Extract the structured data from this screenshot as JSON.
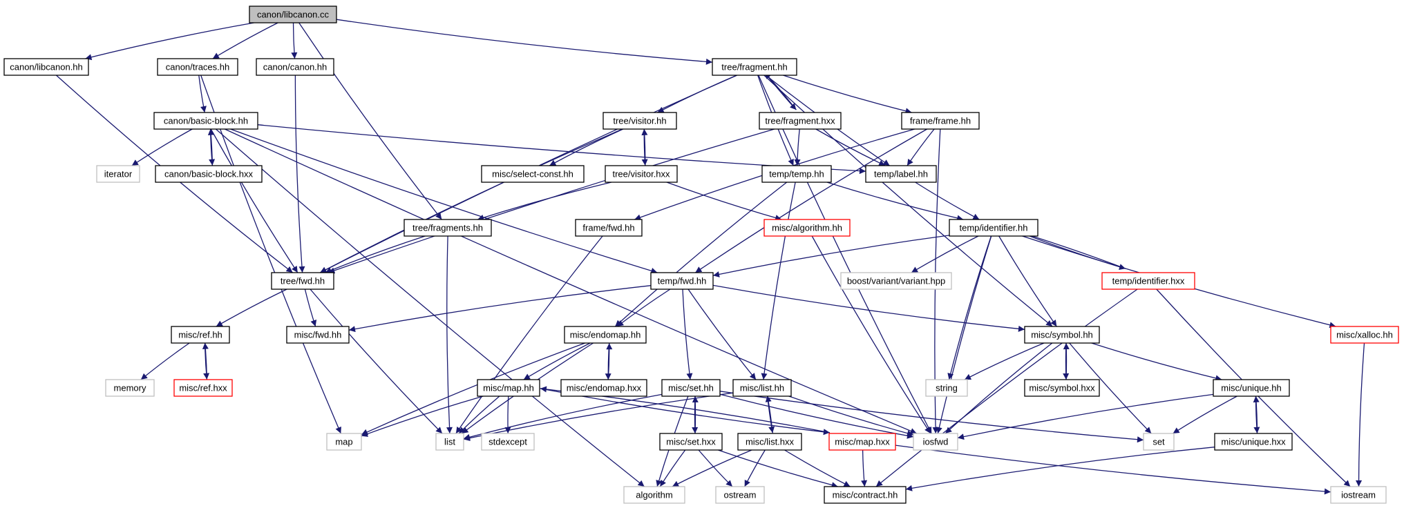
{
  "graph": {
    "nodes": [
      {
        "id": "libcanon_cc",
        "label": "canon/libcanon.cc",
        "kind": "root"
      },
      {
        "id": "libcanon_hh",
        "label": "canon/libcanon.hh",
        "kind": "normal"
      },
      {
        "id": "traces_hh",
        "label": "canon/traces.hh",
        "kind": "normal"
      },
      {
        "id": "canon_hh",
        "label": "canon/canon.hh",
        "kind": "normal"
      },
      {
        "id": "fragment_hh",
        "label": "tree/fragment.hh",
        "kind": "normal"
      },
      {
        "id": "basic_block_hh",
        "label": "canon/basic-block.hh",
        "kind": "normal"
      },
      {
        "id": "iterator",
        "label": "iterator",
        "kind": "external"
      },
      {
        "id": "basic_block_hxx",
        "label": "canon/basic-block.hxx",
        "kind": "normal"
      },
      {
        "id": "visitor_hh",
        "label": "tree/visitor.hh",
        "kind": "normal"
      },
      {
        "id": "fragment_hxx",
        "label": "tree/fragment.hxx",
        "kind": "normal"
      },
      {
        "id": "frame_hh",
        "label": "frame/frame.hh",
        "kind": "normal"
      },
      {
        "id": "select_const",
        "label": "misc/select-const.hh",
        "kind": "normal"
      },
      {
        "id": "visitor_hxx",
        "label": "tree/visitor.hxx",
        "kind": "normal"
      },
      {
        "id": "temp_hh",
        "label": "temp/temp.hh",
        "kind": "normal"
      },
      {
        "id": "label_hh",
        "label": "temp/label.hh",
        "kind": "normal"
      },
      {
        "id": "fragments_hh",
        "label": "tree/fragments.hh",
        "kind": "normal"
      },
      {
        "id": "frame_fwd",
        "label": "frame/fwd.hh",
        "kind": "normal"
      },
      {
        "id": "algorithm_hh",
        "label": "misc/algorithm.hh",
        "kind": "missing"
      },
      {
        "id": "identifier_hh",
        "label": "temp/identifier.hh",
        "kind": "normal"
      },
      {
        "id": "tree_fwd",
        "label": "tree/fwd.hh",
        "kind": "normal"
      },
      {
        "id": "temp_fwd",
        "label": "temp/fwd.hh",
        "kind": "normal"
      },
      {
        "id": "boost_variant",
        "label": "boost/variant/variant.hpp",
        "kind": "external"
      },
      {
        "id": "identifier_hxx",
        "label": "temp/identifier.hxx",
        "kind": "missing"
      },
      {
        "id": "ref_hh",
        "label": "misc/ref.hh",
        "kind": "normal"
      },
      {
        "id": "misc_fwd",
        "label": "misc/fwd.hh",
        "kind": "normal"
      },
      {
        "id": "endomap_hh",
        "label": "misc/endomap.hh",
        "kind": "normal"
      },
      {
        "id": "symbol_hh",
        "label": "misc/symbol.hh",
        "kind": "normal"
      },
      {
        "id": "xalloc_hh",
        "label": "misc/xalloc.hh",
        "kind": "missing"
      },
      {
        "id": "memory",
        "label": "memory",
        "kind": "external"
      },
      {
        "id": "ref_hxx",
        "label": "misc/ref.hxx",
        "kind": "missing"
      },
      {
        "id": "map_hh",
        "label": "misc/map.hh",
        "kind": "normal"
      },
      {
        "id": "endomap_hxx",
        "label": "misc/endomap.hxx",
        "kind": "normal"
      },
      {
        "id": "set_hh",
        "label": "misc/set.hh",
        "kind": "normal"
      },
      {
        "id": "list_hh",
        "label": "misc/list.hh",
        "kind": "normal"
      },
      {
        "id": "string",
        "label": "string",
        "kind": "external"
      },
      {
        "id": "symbol_hxx",
        "label": "misc/symbol.hxx",
        "kind": "normal"
      },
      {
        "id": "unique_hh",
        "label": "misc/unique.hh",
        "kind": "normal"
      },
      {
        "id": "map",
        "label": "map",
        "kind": "external"
      },
      {
        "id": "list",
        "label": "list",
        "kind": "external"
      },
      {
        "id": "stdexcept",
        "label": "stdexcept",
        "kind": "external"
      },
      {
        "id": "set_hxx",
        "label": "misc/set.hxx",
        "kind": "normal"
      },
      {
        "id": "list_hxx",
        "label": "misc/list.hxx",
        "kind": "normal"
      },
      {
        "id": "map_hxx",
        "label": "misc/map.hxx",
        "kind": "missing"
      },
      {
        "id": "iosfwd",
        "label": "iosfwd",
        "kind": "external"
      },
      {
        "id": "set",
        "label": "set",
        "kind": "external"
      },
      {
        "id": "unique_hxx",
        "label": "misc/unique.hxx",
        "kind": "normal"
      },
      {
        "id": "algorithm",
        "label": "algorithm",
        "kind": "external"
      },
      {
        "id": "ostream",
        "label": "ostream",
        "kind": "external"
      },
      {
        "id": "contract_hh",
        "label": "misc/contract.hh",
        "kind": "normal"
      },
      {
        "id": "iostream",
        "label": "iostream",
        "kind": "external"
      }
    ],
    "edges": [
      [
        "libcanon_cc",
        "libcanon_hh"
      ],
      [
        "libcanon_cc",
        "traces_hh"
      ],
      [
        "libcanon_cc",
        "canon_hh"
      ],
      [
        "libcanon_cc",
        "fragments_hh"
      ],
      [
        "libcanon_cc",
        "fragment_hh"
      ],
      [
        "libcanon_hh",
        "tree_fwd"
      ],
      [
        "traces_hh",
        "basic_block_hh"
      ],
      [
        "traces_hh",
        "map"
      ],
      [
        "canon_hh",
        "tree_fwd"
      ],
      [
        "basic_block_hh",
        "iterator"
      ],
      [
        "basic_block_hh",
        "basic_block_hxx"
      ],
      [
        "basic_block_hh",
        "label_hh"
      ],
      [
        "basic_block_hh",
        "tree_fwd"
      ],
      [
        "basic_block_hh",
        "temp_fwd"
      ],
      [
        "basic_block_hh",
        "algorithm"
      ],
      [
        "basic_block_hh",
        "iosfwd"
      ],
      [
        "basic_block_hxx",
        "basic_block_hh"
      ],
      [
        "fragment_hh",
        "tree_fwd"
      ],
      [
        "fragment_hh",
        "visitor_hh"
      ],
      [
        "fragment_hh",
        "fragment_hxx"
      ],
      [
        "fragment_hh",
        "temp_hh"
      ],
      [
        "fragment_hh",
        "label_hh"
      ],
      [
        "fragment_hh",
        "frame_hh"
      ],
      [
        "fragment_hh",
        "symbol_hh"
      ],
      [
        "fragment_hh",
        "iosfwd"
      ],
      [
        "fragment_hxx",
        "fragment_hh"
      ],
      [
        "fragment_hxx",
        "temp_hh"
      ],
      [
        "fragment_hxx",
        "label_hh"
      ],
      [
        "fragment_hxx",
        "tree_fwd"
      ],
      [
        "visitor_hh",
        "select_const"
      ],
      [
        "visitor_hh",
        "visitor_hxx"
      ],
      [
        "visitor_hh",
        "tree_fwd"
      ],
      [
        "visitor_hxx",
        "visitor_hh"
      ],
      [
        "visitor_hxx",
        "fragments_hh"
      ],
      [
        "visitor_hxx",
        "algorithm_hh"
      ],
      [
        "frame_hh",
        "label_hh"
      ],
      [
        "frame_hh",
        "frame_fwd"
      ],
      [
        "frame_hh",
        "temp_fwd"
      ],
      [
        "frame_hh",
        "iosfwd"
      ],
      [
        "temp_hh",
        "identifier_hh"
      ],
      [
        "temp_hh",
        "endomap_hh"
      ],
      [
        "temp_hh",
        "list_hh"
      ],
      [
        "label_hh",
        "identifier_hh"
      ],
      [
        "fragments_hh",
        "tree_fwd"
      ],
      [
        "fragments_hh",
        "list"
      ],
      [
        "frame_fwd",
        "list"
      ],
      [
        "algorithm_hh",
        "iosfwd"
      ],
      [
        "identifier_hh",
        "temp_fwd"
      ],
      [
        "identifier_hh",
        "boost_variant"
      ],
      [
        "identifier_hh",
        "identifier_hxx"
      ],
      [
        "identifier_hh",
        "symbol_hh"
      ],
      [
        "identifier_hh",
        "xalloc_hh"
      ],
      [
        "identifier_hh",
        "string"
      ],
      [
        "identifier_hh",
        "iosfwd"
      ],
      [
        "identifier_hxx",
        "identifier_hh"
      ],
      [
        "identifier_hxx",
        "contract_hh"
      ],
      [
        "identifier_hxx",
        "iostream"
      ],
      [
        "tree_fwd",
        "ref_hh"
      ],
      [
        "tree_fwd",
        "misc_fwd"
      ],
      [
        "tree_fwd",
        "list"
      ],
      [
        "temp_fwd",
        "misc_fwd"
      ],
      [
        "temp_fwd",
        "endomap_hh"
      ],
      [
        "temp_fwd",
        "set_hh"
      ],
      [
        "temp_fwd",
        "list_hh"
      ],
      [
        "temp_fwd",
        "symbol_hh"
      ],
      [
        "ref_hh",
        "memory"
      ],
      [
        "ref_hh",
        "ref_hxx"
      ],
      [
        "ref_hxx",
        "ref_hh"
      ],
      [
        "endomap_hh",
        "map_hh"
      ],
      [
        "endomap_hh",
        "endomap_hxx"
      ],
      [
        "endomap_hh",
        "list"
      ],
      [
        "endomap_hh",
        "map"
      ],
      [
        "endomap_hxx",
        "endomap_hh"
      ],
      [
        "map_hh",
        "map"
      ],
      [
        "map_hh",
        "list"
      ],
      [
        "map_hh",
        "stdexcept"
      ],
      [
        "map_hh",
        "map_hxx"
      ],
      [
        "map_hxx",
        "map_hh"
      ],
      [
        "map_hxx",
        "contract_hh"
      ],
      [
        "map_hxx",
        "iostream"
      ],
      [
        "set_hh",
        "set_hxx"
      ],
      [
        "set_hh",
        "list"
      ],
      [
        "set_hh",
        "algorithm"
      ],
      [
        "set_hh",
        "iosfwd"
      ],
      [
        "set_hh",
        "set"
      ],
      [
        "set_hxx",
        "set_hh"
      ],
      [
        "set_hxx",
        "algorithm"
      ],
      [
        "set_hxx",
        "ostream"
      ],
      [
        "set_hxx",
        "contract_hh"
      ],
      [
        "list_hh",
        "list_hxx"
      ],
      [
        "list_hh",
        "list"
      ],
      [
        "list_hh",
        "iosfwd"
      ],
      [
        "list_hxx",
        "list_hh"
      ],
      [
        "list_hxx",
        "algorithm"
      ],
      [
        "list_hxx",
        "ostream"
      ],
      [
        "list_hxx",
        "contract_hh"
      ],
      [
        "symbol_hh",
        "string"
      ],
      [
        "symbol_hh",
        "symbol_hxx"
      ],
      [
        "symbol_hh",
        "unique_hh"
      ],
      [
        "symbol_hh",
        "iosfwd"
      ],
      [
        "symbol_hh",
        "set"
      ],
      [
        "symbol_hxx",
        "symbol_hh"
      ],
      [
        "unique_hh",
        "set"
      ],
      [
        "unique_hh",
        "unique_hxx"
      ],
      [
        "unique_hh",
        "iosfwd"
      ],
      [
        "unique_hxx",
        "unique_hh"
      ],
      [
        "unique_hxx",
        "contract_hh"
      ],
      [
        "xalloc_hh",
        "iostream"
      ]
    ]
  }
}
